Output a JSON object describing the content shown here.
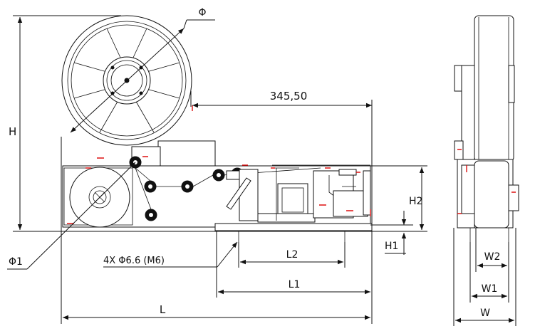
{
  "labels": {
    "phi": "Φ",
    "dim_345": "345,50",
    "H": "H",
    "H2": "H2",
    "H1": "H1",
    "phi1": "Φ1",
    "holes": "4X Φ6.6 (M6)",
    "L2": "L2",
    "L1": "L1",
    "L": "L",
    "W2": "W2",
    "W1": "W1",
    "W": "W"
  },
  "colors": {
    "line": "#111111",
    "accent_red": "#d11111",
    "background": "#ffffff"
  }
}
